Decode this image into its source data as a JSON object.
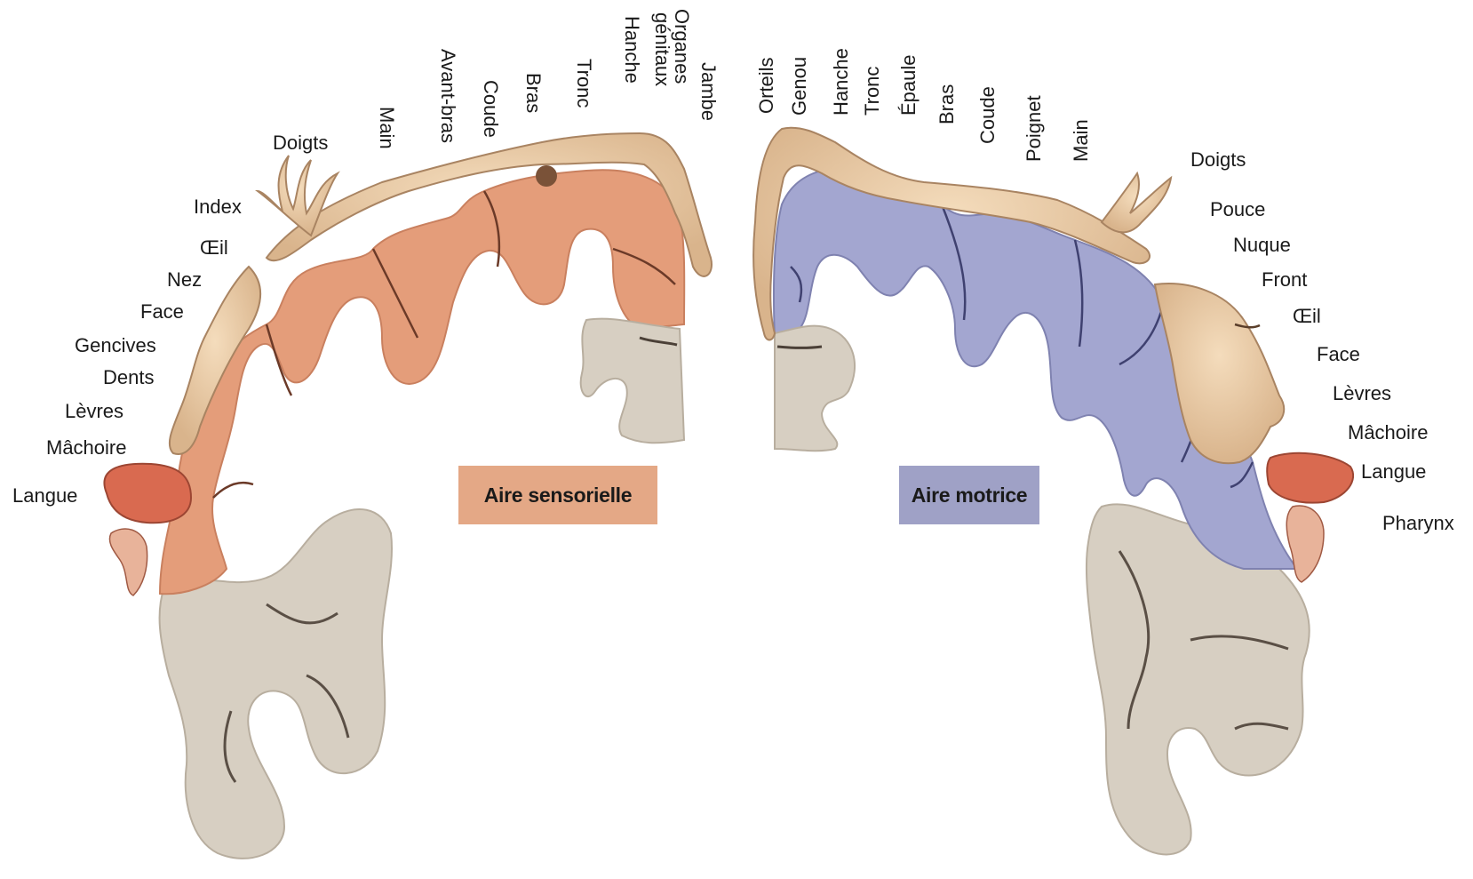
{
  "sensory": {
    "title": "Aire sensorielle",
    "fill_color": "#e49d7a",
    "side_labels": [
      "Doigts",
      "Index",
      "Œil",
      "Nez",
      "Face",
      "Gencives",
      "Dents",
      "Lèvres",
      "Mâchoire",
      "Langue"
    ],
    "top_labels": [
      "Main",
      "Avant-bras",
      "Coude",
      "Bras",
      "Tronc",
      "Hanche",
      "Organes génitaux",
      "Jambe"
    ]
  },
  "motor": {
    "title": "Aire motrice",
    "fill_color": "#a3a6d0",
    "top_labels": [
      "Orteils",
      "Genou",
      "Hanche",
      "Tronc",
      "Épaule",
      "Bras",
      "Coude",
      "Poignet",
      "Main"
    ],
    "side_labels": [
      "Doigts",
      "Pouce",
      "Nuque",
      "Front",
      "Œil",
      "Face",
      "Lèvres",
      "Mâchoire",
      "Langue",
      "Pharynx"
    ]
  },
  "colors": {
    "grey_matter": "#d7cfc2",
    "homunculus_skin": "#e8cba6",
    "tongue": "#d96a50"
  }
}
